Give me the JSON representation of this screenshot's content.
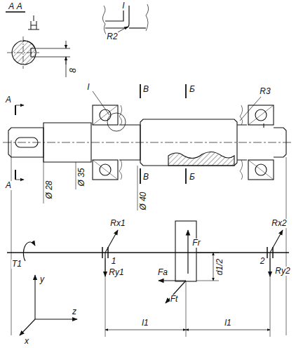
{
  "diagram": {
    "labels": [
      "А А",
      "I",
      "R2",
      "8",
      "А",
      "А",
      "I",
      "В",
      "Б",
      "R3",
      "В",
      "Б",
      "Ø 28",
      "Ø 35",
      "Ø 40",
      "Rx1",
      "Fr",
      "Rx2",
      "T1",
      "1",
      "Ry1",
      "Fa",
      "d1/2",
      "2",
      "Ry2",
      "Ft",
      "y",
      "z",
      "x",
      "l1",
      "l1"
    ]
  }
}
